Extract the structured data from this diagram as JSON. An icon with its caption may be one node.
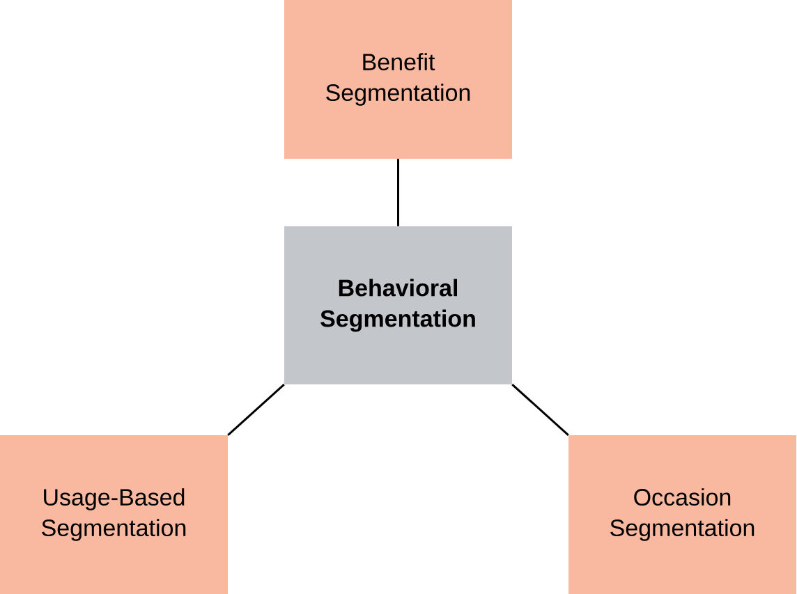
{
  "diagram": {
    "nodes": [
      {
        "text": [
          "Benefit Segmentation"
        ]
      },
      {
        "text": [
          "Behavioral Segmentation"
        ]
      },
      {
        "text": [
          "Usage-Based Segmentation"
        ]
      },
      {
        "text": [
          "Occasion Segmentation"
        ]
      }
    ],
    "edges": [
      {
        "from": 1,
        "to": 0,
        "arrow": "none"
      },
      {
        "from": 1,
        "to": 2,
        "arrow": "none"
      },
      {
        "from": 1,
        "to": 3,
        "arrow": "none"
      }
    ]
  }
}
